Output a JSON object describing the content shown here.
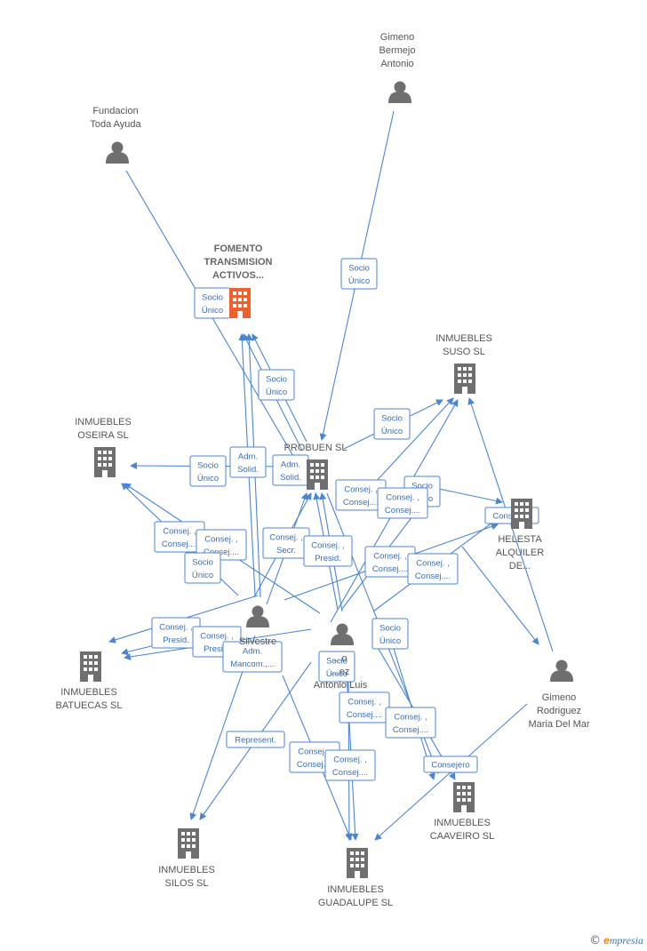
{
  "diagram": {
    "nodes": {
      "fundacion": {
        "type": "person",
        "label": [
          "Fundacion",
          "Toda Ayuda"
        ]
      },
      "gimeno_bermejo": {
        "type": "person",
        "label": [
          "Gimeno",
          "Bermejo",
          "Antonio"
        ]
      },
      "fomento": {
        "type": "company-main",
        "label": [
          "FOMENTO",
          "TRANSMISION",
          "ACTIVOS..."
        ]
      },
      "suso": {
        "type": "company",
        "label": [
          "INMUEBLES",
          "SUSO  SL"
        ]
      },
      "oseira": {
        "type": "company",
        "label": [
          "INMUEBLES",
          "OSEIRA  SL"
        ]
      },
      "probuen": {
        "type": "company",
        "label": [
          "PROBUEN SL"
        ]
      },
      "helesta": {
        "type": "company",
        "label": [
          "HELESTA",
          "ALQUILER",
          "DE..."
        ]
      },
      "silvestre": {
        "type": "person",
        "label": [
          "Silvestre"
        ]
      },
      "antonio_luis": {
        "type": "person",
        "label": [
          "...o",
          "...ez",
          "Antonio Luis"
        ]
      },
      "batuecas": {
        "type": "company",
        "label": [
          "INMUEBLES",
          "BATUECAS  SL"
        ]
      },
      "gimeno_rodriguez": {
        "type": "person",
        "label": [
          "Gimeno",
          "Rodriguez",
          "Maria Del Mar"
        ]
      },
      "caaveiro": {
        "type": "company",
        "label": [
          "INMUEBLES",
          "CAAVEIRO  SL"
        ]
      },
      "silos": {
        "type": "company",
        "label": [
          "INMUEBLES",
          "SILOS  SL"
        ]
      },
      "guadalupe": {
        "type": "company",
        "label": [
          "INMUEBLES",
          "GUADALUPE  SL"
        ]
      }
    },
    "edge_labels": [
      [
        "Socio",
        "Único"
      ],
      [
        "Socio",
        "Único"
      ],
      [
        "Socio",
        "Único"
      ],
      [
        "Socio",
        "Único"
      ],
      [
        "Adm.",
        "Solid."
      ],
      [
        "Adm.",
        "Solid."
      ],
      [
        "Socio",
        "Único"
      ],
      [
        "Consej. ,",
        "Consej...."
      ],
      [
        "Socio",
        "Único"
      ],
      [
        "Consej. ,",
        "Consej...."
      ],
      [
        "Consejero"
      ],
      [
        "Consej. ,",
        "Consej...."
      ],
      [
        "Consej. ,",
        "Consej...."
      ],
      [
        "Socio",
        "Único"
      ],
      [
        "Consej. ,",
        "Secr."
      ],
      [
        "Consej. ,",
        "Presid."
      ],
      [
        "Consej. ,",
        "Consej...."
      ],
      [
        "Consej. ,",
        "Consej...."
      ],
      [
        "Consej. ,",
        "Presid."
      ],
      [
        "Consej. ,",
        "Presid."
      ],
      [
        "Adm.",
        "Mancom.,..."
      ],
      [
        "Socio",
        "Único"
      ],
      [
        "Socio",
        "Único"
      ],
      [
        "Consej. ,",
        "Consej...."
      ],
      [
        "Consej. ,",
        "Consej...."
      ],
      [
        "Represent."
      ],
      [
        "Consej. ,",
        "Consej...."
      ],
      [
        "Consej. ,",
        "Consej...."
      ],
      [
        "Consejero"
      ]
    ]
  },
  "footer": {
    "copyright": "©",
    "brand_e": "e",
    "brand_rest": "mpresia"
  },
  "colors": {
    "edge": "#4a86d4",
    "node_gray": "#6f6f6f",
    "main_company": "#f0602a",
    "label": "#555555"
  }
}
